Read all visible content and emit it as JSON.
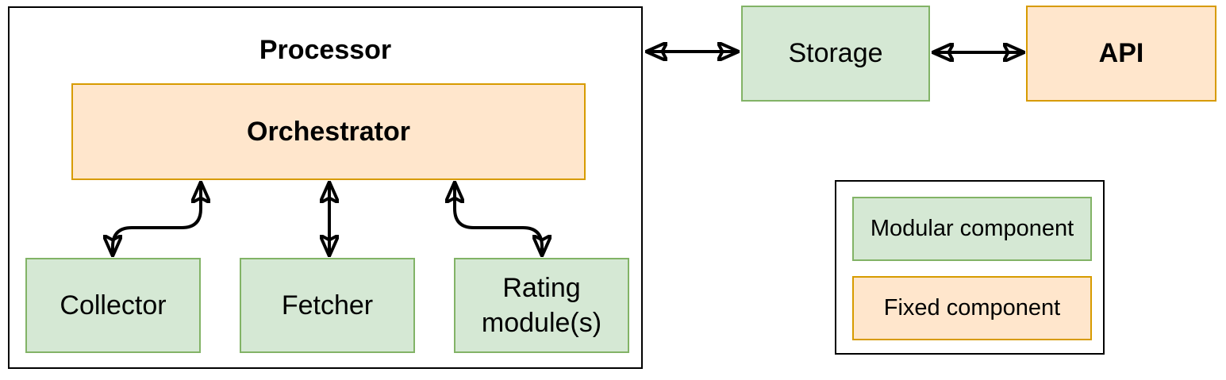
{
  "diagram": {
    "processor": {
      "label": "Processor"
    },
    "orchestrator": {
      "label": "Orchestrator"
    },
    "modules": [
      {
        "id": "collector",
        "label": "Collector"
      },
      {
        "id": "fetcher",
        "label": "Fetcher"
      },
      {
        "id": "rating",
        "label": "Rating module(s)"
      }
    ],
    "storage": {
      "label": "Storage"
    },
    "api": {
      "label": "API"
    },
    "legend": {
      "items": [
        {
          "id": "modular",
          "label": "Modular component",
          "type": "modular"
        },
        {
          "id": "fixed",
          "label": "Fixed component",
          "type": "fixed"
        }
      ]
    },
    "colors": {
      "modular_fill": "#d5e8d4",
      "modular_border": "#82b366",
      "fixed_fill": "#ffe6cc",
      "fixed_border": "#d79b00",
      "arrow": "#000000",
      "frame_border": "#000000",
      "background": "#ffffff"
    }
  }
}
